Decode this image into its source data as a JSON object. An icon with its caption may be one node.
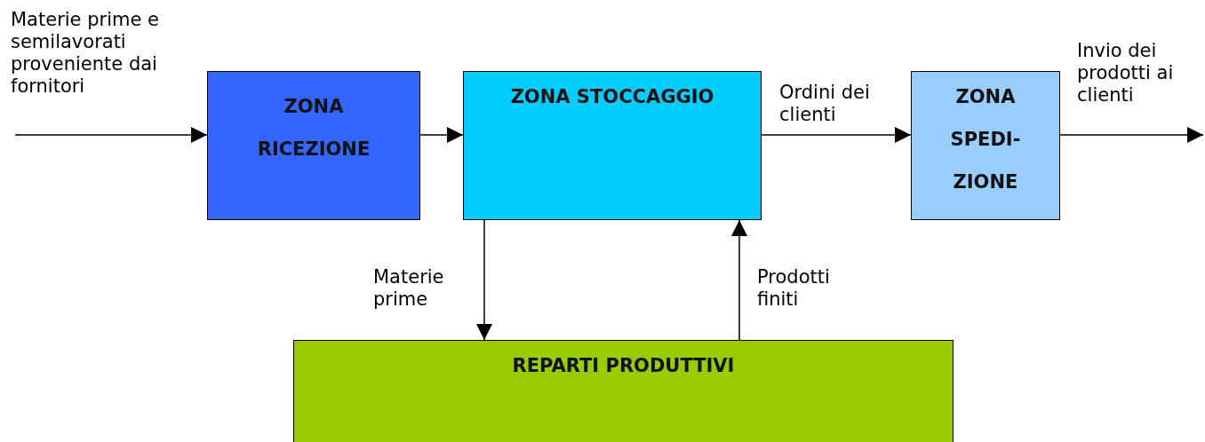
{
  "diagram": {
    "nodes": [
      {
        "text": [
          "ZONA RICEZIONE"
        ]
      },
      {
        "text": [
          "ZONA STOCCAGGIO"
        ]
      },
      {
        "text": [
          "ZONA SPEDI- ZIONE"
        ]
      },
      {
        "text": [
          "REPARTI PRODUTTIVI"
        ]
      }
    ],
    "edges": [
      {
        "from": null,
        "to": 0,
        "arrow": "to",
        "label": "Materie prime e semilavorati proveniente dai fornitori"
      },
      {
        "from": 0,
        "to": 1,
        "arrow": "to"
      },
      {
        "from": 1,
        "to": 2,
        "arrow": "to",
        "label": "Ordini dei clienti"
      },
      {
        "from": 2,
        "to": null,
        "arrow": "to",
        "label": "Invio dei prodotti ai clienti"
      },
      {
        "from": 1,
        "to": 3,
        "arrow": "to",
        "label": "Materie prime"
      },
      {
        "from": 3,
        "to": 1,
        "arrow": "to",
        "label": "Prodotti finiti"
      }
    ]
  }
}
